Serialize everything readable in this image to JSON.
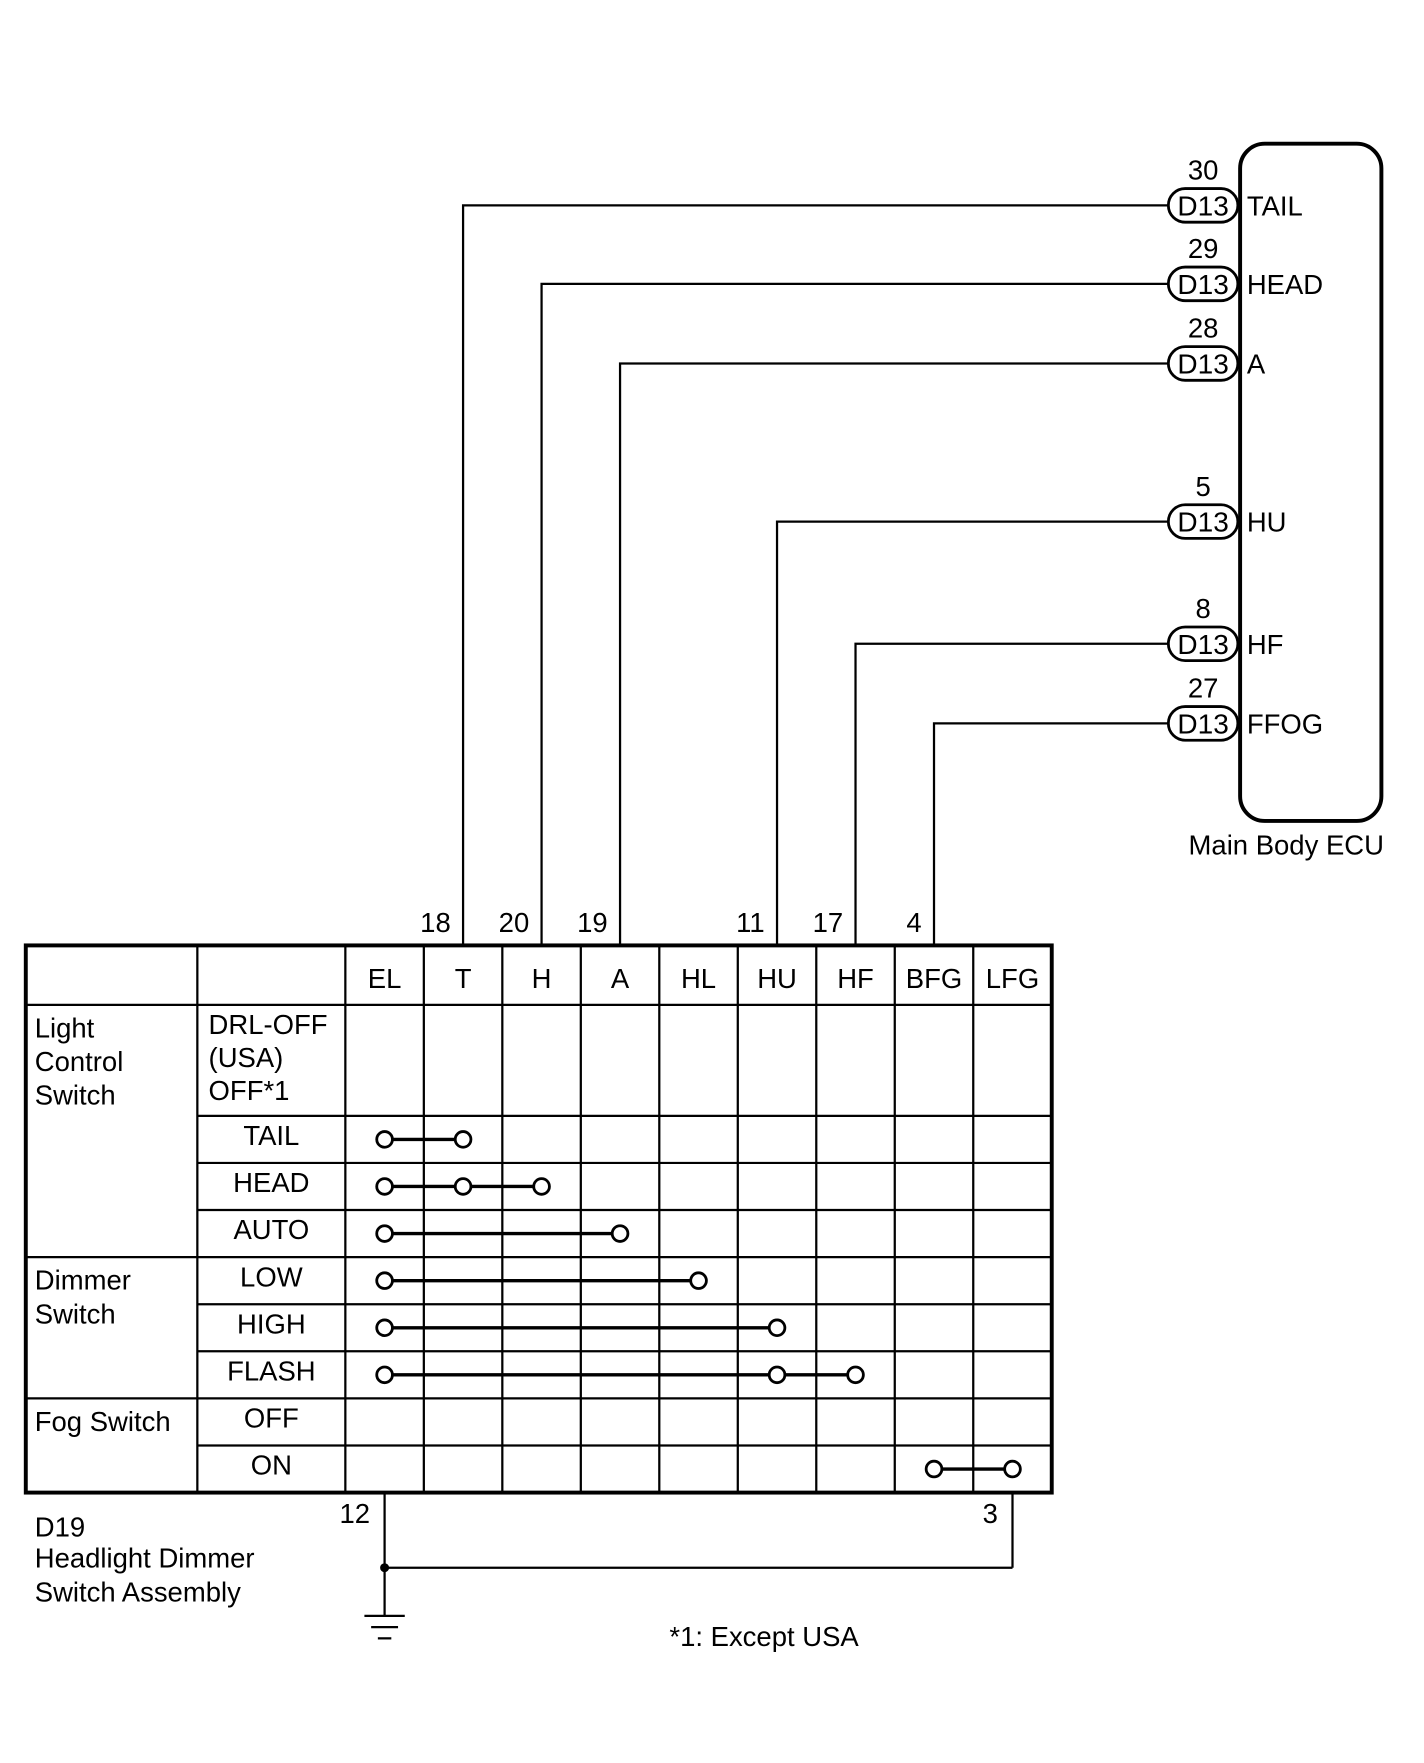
{
  "ecu": {
    "label": "Main Body ECU",
    "terminals": [
      {
        "pin": "30",
        "connector": "D13",
        "name": "TAIL",
        "switch_terminal": "T"
      },
      {
        "pin": "29",
        "connector": "D13",
        "name": "HEAD",
        "switch_terminal": "H"
      },
      {
        "pin": "28",
        "connector": "D13",
        "name": "A",
        "switch_terminal": "A"
      },
      {
        "pin": "5",
        "connector": "D13",
        "name": "HU",
        "switch_terminal": "HU"
      },
      {
        "pin": "8",
        "connector": "D13",
        "name": "HF",
        "switch_terminal": "HF"
      },
      {
        "pin": "27",
        "connector": "D13",
        "name": "FFOG",
        "switch_terminal": "BFG"
      }
    ]
  },
  "switch": {
    "connector": "D19",
    "name_lines": [
      "Headlight Dimmer",
      "Switch Assembly"
    ],
    "terminals": [
      {
        "name": "EL",
        "pin": "12"
      },
      {
        "name": "T",
        "pin": "18"
      },
      {
        "name": "H",
        "pin": "20"
      },
      {
        "name": "A",
        "pin": "19"
      },
      {
        "name": "HL"
      },
      {
        "name": "HU",
        "pin": "11"
      },
      {
        "name": "HF",
        "pin": "17"
      },
      {
        "name": "BFG",
        "pin": "4"
      },
      {
        "name": "LFG",
        "pin": "3"
      }
    ],
    "ground_terminals": [
      "EL",
      "LFG"
    ],
    "groups": [
      {
        "label_lines": [
          "Light",
          "Control",
          "Switch"
        ],
        "positions": [
          {
            "label_lines": [
              "DRL-OFF",
              "(USA)",
              "OFF*1"
            ],
            "connects": []
          },
          {
            "label_lines": [
              "TAIL"
            ],
            "connects": [
              "EL",
              "T"
            ]
          },
          {
            "label_lines": [
              "HEAD"
            ],
            "connects": [
              "EL",
              "T",
              "H"
            ]
          },
          {
            "label_lines": [
              "AUTO"
            ],
            "connects": [
              "EL",
              "A"
            ]
          }
        ]
      },
      {
        "label_lines": [
          "Dimmer",
          "Switch"
        ],
        "positions": [
          {
            "label_lines": [
              "LOW"
            ],
            "connects": [
              "EL",
              "HL"
            ]
          },
          {
            "label_lines": [
              "HIGH"
            ],
            "connects": [
              "EL",
              "HU"
            ]
          },
          {
            "label_lines": [
              "FLASH"
            ],
            "connects": [
              "EL",
              "HU",
              "HF"
            ]
          }
        ]
      },
      {
        "label_lines": [
          "Fog Switch"
        ],
        "positions": [
          {
            "label_lines": [
              "OFF"
            ],
            "connects": []
          },
          {
            "label_lines": [
              "ON"
            ],
            "connects": [
              "BFG",
              "LFG"
            ]
          }
        ]
      }
    ]
  },
  "footnote": "*1: Except USA"
}
